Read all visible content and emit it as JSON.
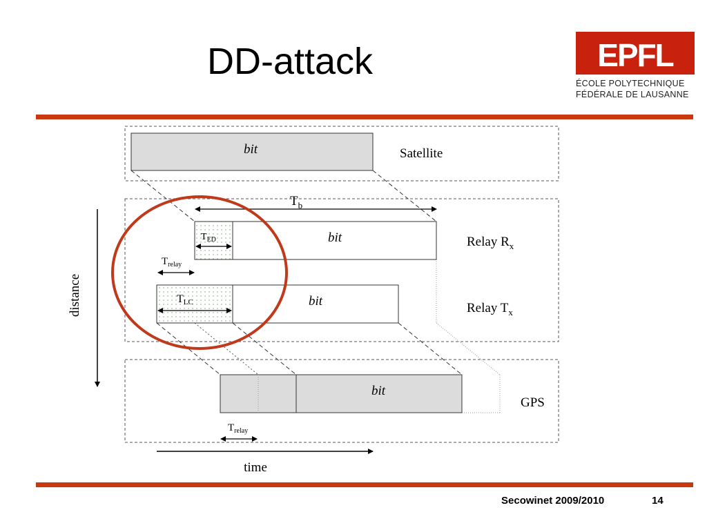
{
  "slide": {
    "title": "DD-attack",
    "footer_left": "Secowinet 2009/2010",
    "page_number": "14"
  },
  "logo": {
    "mark": "EPFL",
    "line1": "ÉCOLE POLYTECHNIQUE",
    "line2": "FÉDÉRALE DE LAUSANNE"
  },
  "diagram": {
    "bit": "bit",
    "satellite": "Satellite",
    "relay_rx": "Relay R",
    "relay_rx_sub": "x",
    "relay_tx": "Relay T",
    "relay_tx_sub": "x",
    "gps": "GPS",
    "tb": "T",
    "tb_sub": "b",
    "ted": "T",
    "ted_sub": "ED",
    "tlc": "T",
    "tlc_sub": "LC",
    "trelay": "T",
    "trelay_sub": "relay",
    "distance": "distance",
    "time": "time"
  },
  "colors": {
    "accent": "#c8390f",
    "logo_red": "#c8220f",
    "circle": "#c0391b",
    "bit_fill": "#dcdcdc"
  }
}
